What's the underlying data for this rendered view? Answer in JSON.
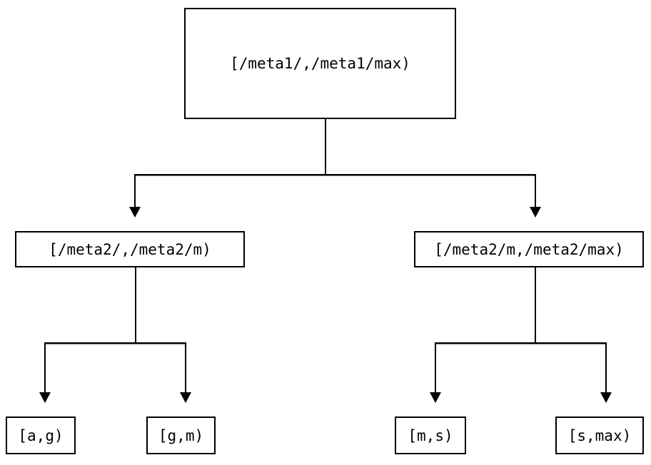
{
  "diagram": {
    "type": "tree",
    "title": "",
    "orientation": "top-down",
    "edge_style": "orthogonal-elbow-with-arrowheads",
    "background_color": "#ffffff",
    "stroke_color": "#000000",
    "text_color": "#000000",
    "nodes": {
      "root": {
        "label": "[/meta1/,/meta1/max)",
        "level": 0
      },
      "mid_left": {
        "label": "[/meta2/,/meta2/m)",
        "level": 1
      },
      "mid_right": {
        "label": "[/meta2/m,/meta2/max)",
        "level": 1
      },
      "leaf_ag": {
        "label": "[a,g)",
        "level": 2
      },
      "leaf_gm": {
        "label": "[g,m)",
        "level": 2
      },
      "leaf_ms": {
        "label": "[m,s)",
        "level": 2
      },
      "leaf_smax": {
        "label": "[s,max)",
        "level": 2
      }
    },
    "edges": [
      {
        "from": "root",
        "to": "mid_left"
      },
      {
        "from": "root",
        "to": "mid_right"
      },
      {
        "from": "mid_left",
        "to": "leaf_ag"
      },
      {
        "from": "mid_left",
        "to": "leaf_gm"
      },
      {
        "from": "mid_right",
        "to": "leaf_ms"
      },
      {
        "from": "mid_right",
        "to": "leaf_smax"
      }
    ]
  }
}
